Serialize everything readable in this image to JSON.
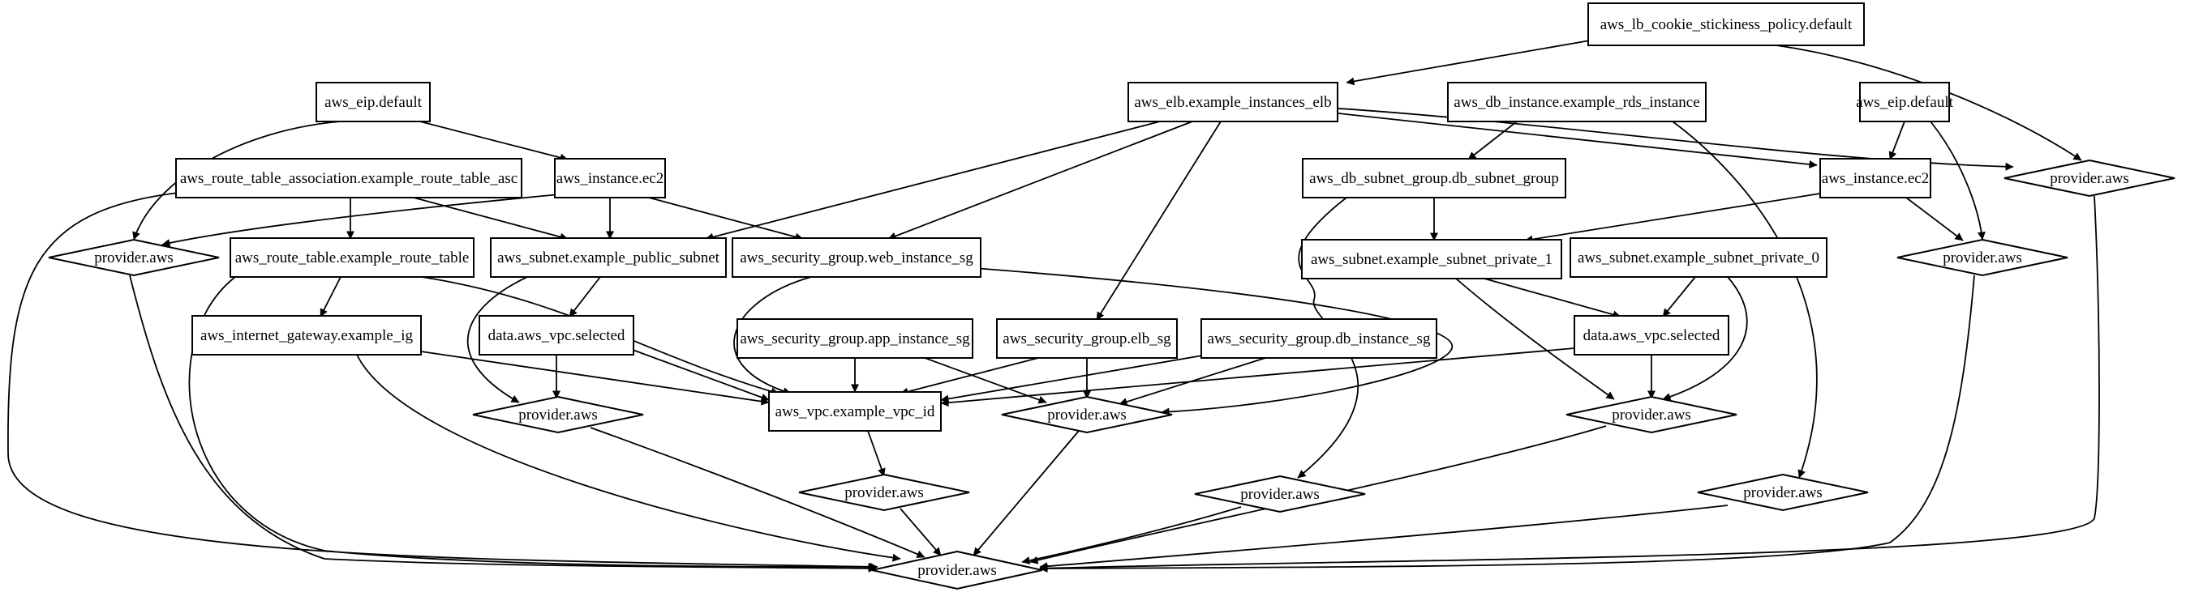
{
  "graph": {
    "nodes": [
      {
        "id": "lb_policy",
        "label": "aws_lb_cookie_stickiness_policy.default",
        "shape": "box"
      },
      {
        "id": "elb",
        "label": "aws_elb.example_instances_elb",
        "shape": "box"
      },
      {
        "id": "db_inst",
        "label": "aws_db_instance.example_rds_instance",
        "shape": "box"
      },
      {
        "id": "eip_r",
        "label": "aws_eip.default",
        "shape": "box"
      },
      {
        "id": "eip_l",
        "label": "aws_eip.default",
        "shape": "box"
      },
      {
        "id": "rta",
        "label": "aws_route_table_association.example_route_table_asc",
        "shape": "box"
      },
      {
        "id": "ec2_l",
        "label": "aws_instance.ec2",
        "shape": "box"
      },
      {
        "id": "db_subnet_group",
        "label": "aws_db_subnet_group.db_subnet_group",
        "shape": "box"
      },
      {
        "id": "ec2_r",
        "label": "aws_instance.ec2",
        "shape": "box"
      },
      {
        "id": "prov_tr",
        "label": "provider.aws",
        "shape": "diamond"
      },
      {
        "id": "prov_l1",
        "label": "provider.aws",
        "shape": "diamond"
      },
      {
        "id": "route_table",
        "label": "aws_route_table.example_route_table",
        "shape": "box"
      },
      {
        "id": "public_subnet",
        "label": "aws_subnet.example_public_subnet",
        "shape": "box"
      },
      {
        "id": "web_sg",
        "label": "aws_security_group.web_instance_sg",
        "shape": "box"
      },
      {
        "id": "priv1",
        "label": "aws_subnet.example_subnet_private_1",
        "shape": "box"
      },
      {
        "id": "priv0",
        "label": "aws_subnet.example_subnet_private_0",
        "shape": "box"
      },
      {
        "id": "prov_r1",
        "label": "provider.aws",
        "shape": "diamond"
      },
      {
        "id": "igw",
        "label": "aws_internet_gateway.example_ig",
        "shape": "box"
      },
      {
        "id": "vpc_sel_l",
        "label": "data.aws_vpc.selected",
        "shape": "box"
      },
      {
        "id": "app_sg",
        "label": "aws_security_group.app_instance_sg",
        "shape": "box"
      },
      {
        "id": "elb_sg",
        "label": "aws_security_group.elb_sg",
        "shape": "box"
      },
      {
        "id": "db_sg",
        "label": "aws_security_group.db_instance_sg",
        "shape": "box"
      },
      {
        "id": "vpc_sel_r",
        "label": "data.aws_vpc.selected",
        "shape": "box"
      },
      {
        "id": "prov_ml",
        "label": "provider.aws",
        "shape": "diamond"
      },
      {
        "id": "vpc",
        "label": "aws_vpc.example_vpc_id",
        "shape": "box"
      },
      {
        "id": "prov_mc",
        "label": "provider.aws",
        "shape": "diamond"
      },
      {
        "id": "prov_mr",
        "label": "provider.aws",
        "shape": "diamond"
      },
      {
        "id": "prov_vpc",
        "label": "provider.aws",
        "shape": "diamond"
      },
      {
        "id": "prov_b2",
        "label": "provider.aws",
        "shape": "diamond"
      },
      {
        "id": "prov_b3",
        "label": "provider.aws",
        "shape": "diamond"
      },
      {
        "id": "prov_root",
        "label": "provider.aws",
        "shape": "diamond"
      }
    ],
    "edges": [
      [
        "lb_policy",
        "elb"
      ],
      [
        "lb_policy",
        "prov_tr"
      ],
      [
        "elb",
        "public_subnet"
      ],
      [
        "elb",
        "web_sg"
      ],
      [
        "elb",
        "elb_sg"
      ],
      [
        "elb",
        "ec2_r"
      ],
      [
        "elb",
        "prov_tr"
      ],
      [
        "db_inst",
        "db_subnet_group"
      ],
      [
        "db_inst",
        "prov_b3"
      ],
      [
        "eip_l",
        "ec2_l"
      ],
      [
        "eip_l",
        "prov_l1"
      ],
      [
        "eip_r",
        "ec2_r"
      ],
      [
        "eip_r",
        "prov_r1"
      ],
      [
        "rta",
        "route_table"
      ],
      [
        "rta",
        "public_subnet"
      ],
      [
        "rta",
        "prov_root"
      ],
      [
        "ec2_l",
        "prov_l1"
      ],
      [
        "ec2_l",
        "public_subnet"
      ],
      [
        "ec2_l",
        "web_sg"
      ],
      [
        "db_subnet_group",
        "priv1"
      ],
      [
        "db_subnet_group",
        "prov_b2"
      ],
      [
        "ec2_r",
        "priv1"
      ],
      [
        "ec2_r",
        "prov_r1"
      ],
      [
        "prov_tr",
        "prov_root"
      ],
      [
        "prov_l1",
        "prov_root"
      ],
      [
        "route_table",
        "igw"
      ],
      [
        "route_table",
        "vpc"
      ],
      [
        "route_table",
        "prov_root"
      ],
      [
        "public_subnet",
        "vpc_sel_l"
      ],
      [
        "public_subnet",
        "prov_ml"
      ],
      [
        "web_sg",
        "vpc"
      ],
      [
        "web_sg",
        "prov_mc"
      ],
      [
        "priv1",
        "vpc_sel_r"
      ],
      [
        "priv1",
        "prov_mr"
      ],
      [
        "priv0",
        "vpc_sel_r"
      ],
      [
        "priv0",
        "prov_mr"
      ],
      [
        "prov_r1",
        "prov_root"
      ],
      [
        "igw",
        "vpc"
      ],
      [
        "igw",
        "prov_root"
      ],
      [
        "vpc_sel_l",
        "prov_ml"
      ],
      [
        "vpc_sel_l",
        "vpc"
      ],
      [
        "app_sg",
        "vpc"
      ],
      [
        "app_sg",
        "prov_mc"
      ],
      [
        "elb_sg",
        "vpc"
      ],
      [
        "elb_sg",
        "prov_mc"
      ],
      [
        "db_sg",
        "vpc"
      ],
      [
        "db_sg",
        "prov_mc"
      ],
      [
        "vpc_sel_r",
        "prov_mr"
      ],
      [
        "vpc_sel_r",
        "vpc"
      ],
      [
        "prov_ml",
        "prov_root"
      ],
      [
        "vpc",
        "prov_vpc"
      ],
      [
        "prov_mc",
        "prov_root"
      ],
      [
        "prov_mr",
        "prov_root"
      ],
      [
        "prov_vpc",
        "prov_root"
      ],
      [
        "prov_b2",
        "prov_root"
      ],
      [
        "prov_b3",
        "prov_root"
      ]
    ]
  }
}
